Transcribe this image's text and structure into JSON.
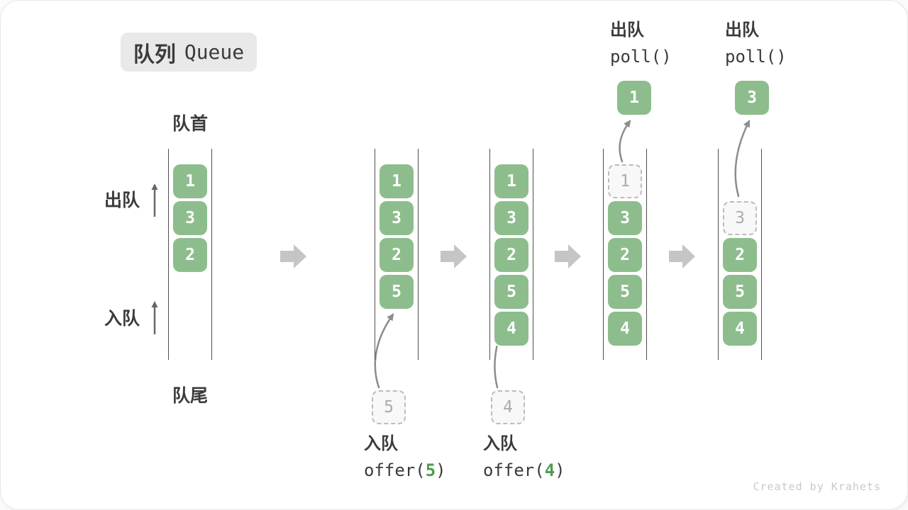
{
  "badge": {
    "zh": "队列",
    "en": "Queue"
  },
  "side_labels": {
    "head": "队首",
    "tail": "队尾",
    "dequeue": "出队",
    "enqueue": "入队"
  },
  "watermark": "Created by Krahets",
  "colors": {
    "block_green": "#8dbd8d",
    "code_green": "#4e9d50",
    "text_dark": "#3b3b3b",
    "wall_gray": "#4e4e4e",
    "transition_arrow_gray": "#c5c5c5",
    "curve_arrow_gray": "#8c8c8c",
    "ghost_border_gray": "#bcbcbc",
    "badge_bg": "#e9e9e9"
  },
  "states": [
    {
      "cells": [
        "1",
        "3",
        "2"
      ]
    },
    {
      "cells": [
        "1",
        "3",
        "2",
        "5"
      ],
      "ghost": "5",
      "op": {
        "zh": "入队",
        "fn": "offer(",
        "arg": "5",
        "end": ")"
      }
    },
    {
      "cells": [
        "1",
        "3",
        "2",
        "5",
        "4"
      ],
      "ghost": "4",
      "op": {
        "zh": "入队",
        "fn": "offer(",
        "arg": "4",
        "end": ")"
      }
    },
    {
      "ghost": "1",
      "cells": [
        "3",
        "2",
        "5",
        "4"
      ],
      "out": "1",
      "op": {
        "zh": "出队",
        "fn": "poll()"
      }
    },
    {
      "ghost": "3",
      "cells": [
        "2",
        "5",
        "4"
      ],
      "out": "3",
      "op": {
        "zh": "出队",
        "fn": "poll()"
      }
    }
  ]
}
